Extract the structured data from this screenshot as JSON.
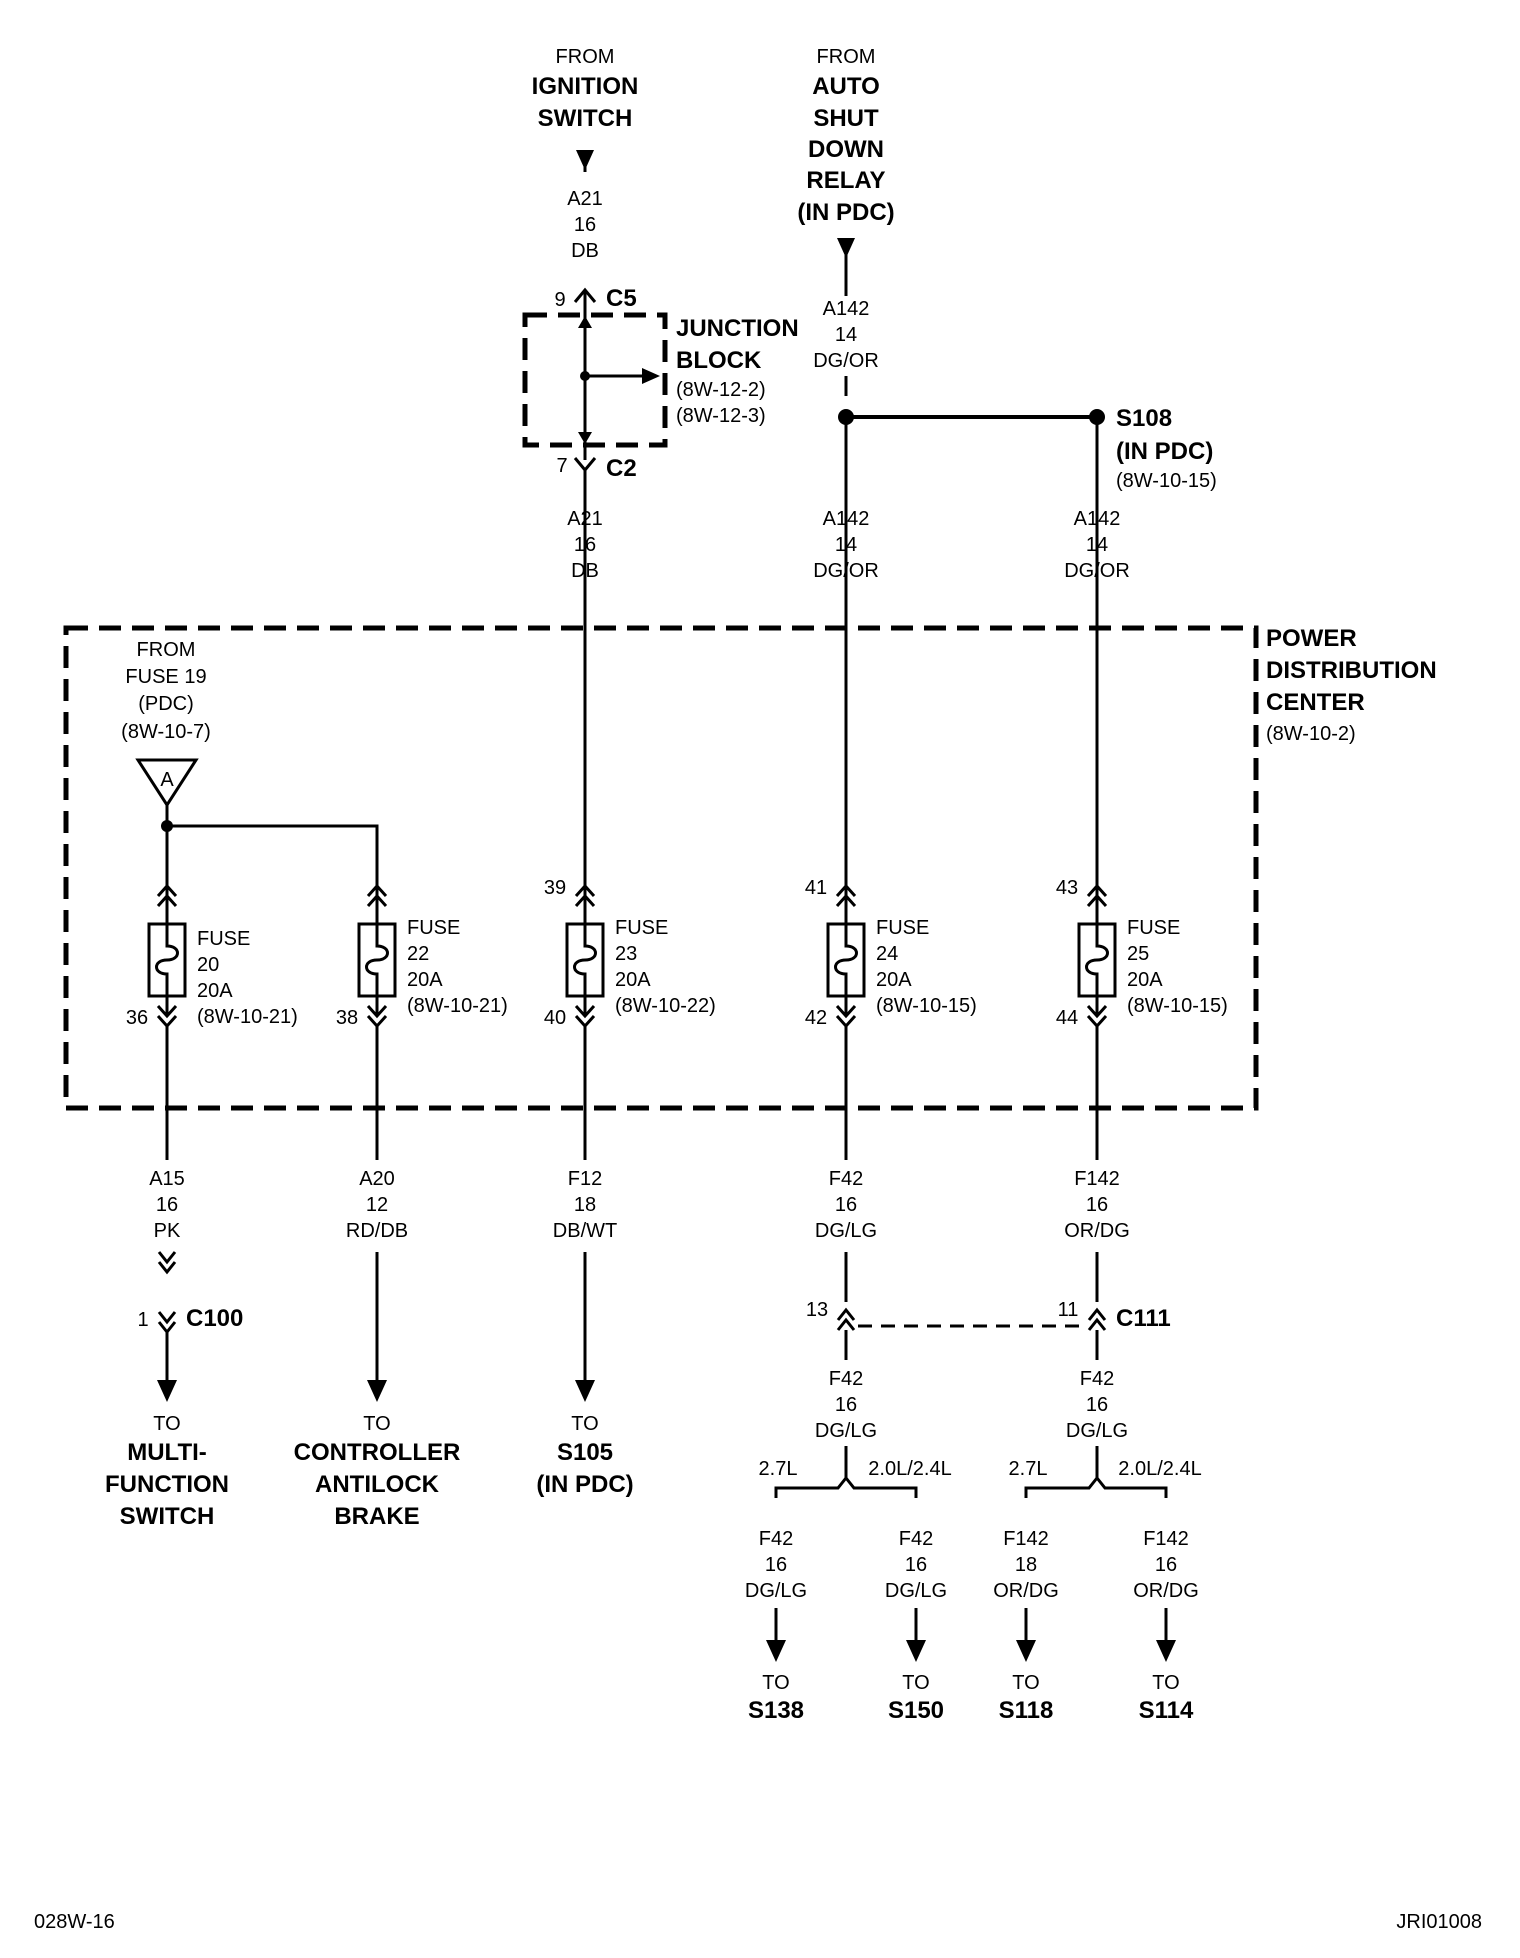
{
  "sources": {
    "ignition": {
      "from": "FROM",
      "l1": "IGNITION",
      "l2": "SWITCH",
      "wire": "A21",
      "gauge": "16",
      "color": "DB"
    },
    "asd": {
      "from": "FROM",
      "l1": "AUTO",
      "l2": "SHUT",
      "l3": "DOWN",
      "l4": "RELAY",
      "l5": "(IN PDC)",
      "wire": "A142",
      "gauge": "14",
      "color": "DG/OR"
    }
  },
  "junction_block": {
    "title1": "JUNCTION",
    "title2": "BLOCK",
    "ref1": "(8W-12-2)",
    "ref2": "(8W-12-3)",
    "conn_top": "C5",
    "pin_top": "9",
    "conn_bot": "C2",
    "pin_bot": "7",
    "out_wire": "A21",
    "out_gauge": "16",
    "out_color": "DB"
  },
  "splice_s108": {
    "name": "S108",
    "loc": "(IN PDC)",
    "ref": "(8W-10-15)"
  },
  "asd_mid_wire": {
    "wire": "A142",
    "gauge": "14",
    "color": "DG/OR"
  },
  "s108_wire": {
    "wire": "A142",
    "gauge": "14",
    "color": "DG/OR"
  },
  "pdc": {
    "l1": "POWER",
    "l2": "DISTRIBUTION",
    "l3": "CENTER",
    "ref": "(8W-10-2)"
  },
  "fuse19": {
    "l1": "FROM",
    "l2": "FUSE 19",
    "l3": "(PDC)",
    "l4": "(8W-10-7)",
    "letter": "A"
  },
  "fuses": [
    {
      "label": "FUSE",
      "num": "20",
      "amp": "20A",
      "ref": "(8W-10-21)",
      "pin_in": "",
      "pin_out": "36",
      "wire": "A15",
      "gauge": "16",
      "color": "PK"
    },
    {
      "label": "FUSE",
      "num": "22",
      "amp": "20A",
      "ref": "(8W-10-21)",
      "pin_in": "",
      "pin_out": "38",
      "wire": "A20",
      "gauge": "12",
      "color": "RD/DB"
    },
    {
      "label": "FUSE",
      "num": "23",
      "amp": "20A",
      "ref": "(8W-10-22)",
      "pin_in": "39",
      "pin_out": "40",
      "wire": "F12",
      "gauge": "18",
      "color": "DB/WT"
    },
    {
      "label": "FUSE",
      "num": "24",
      "amp": "20A",
      "ref": "(8W-10-15)",
      "pin_in": "41",
      "pin_out": "42",
      "wire": "F42",
      "gauge": "16",
      "color": "DG/LG"
    },
    {
      "label": "FUSE",
      "num": "25",
      "amp": "20A",
      "ref": "(8W-10-15)",
      "pin_in": "43",
      "pin_out": "44",
      "wire": "F142",
      "gauge": "16",
      "color": "OR/DG"
    }
  ],
  "c100": {
    "name": "C100",
    "pin": "1"
  },
  "c111": {
    "name": "C111",
    "pin_left": "13",
    "pin_right": "11"
  },
  "destinations": {
    "mfs": {
      "to": "TO",
      "l1": "MULTI-",
      "l2": "FUNCTION",
      "l3": "SWITCH"
    },
    "cab": {
      "to": "TO",
      "l1": "CONTROLLER",
      "l2": "ANTILOCK",
      "l3": "BRAKE"
    },
    "s105": {
      "to": "TO",
      "l1": "S105",
      "l2": "(IN PDC)"
    }
  },
  "after_c111": [
    {
      "wire": "F42",
      "gauge": "16",
      "color": "DG/LG",
      "left_engine": "2.7L",
      "right_engine": "2.0L/2.4L"
    },
    {
      "wire": "F42",
      "gauge": "16",
      "color": "DG/LG",
      "left_engine": "2.7L",
      "right_engine": "2.0L/2.4L"
    }
  ],
  "branches": [
    {
      "wire": "F42",
      "gauge": "16",
      "color": "DG/LG",
      "to": "TO",
      "dest": "S138"
    },
    {
      "wire": "F42",
      "gauge": "16",
      "color": "DG/LG",
      "to": "TO",
      "dest": "S150"
    },
    {
      "wire": "F142",
      "gauge": "18",
      "color": "OR/DG",
      "to": "TO",
      "dest": "S118"
    },
    {
      "wire": "F142",
      "gauge": "16",
      "color": "OR/DG",
      "to": "TO",
      "dest": "S114"
    }
  ],
  "footer": {
    "left": "028W-16",
    "right": "JRI01008"
  }
}
